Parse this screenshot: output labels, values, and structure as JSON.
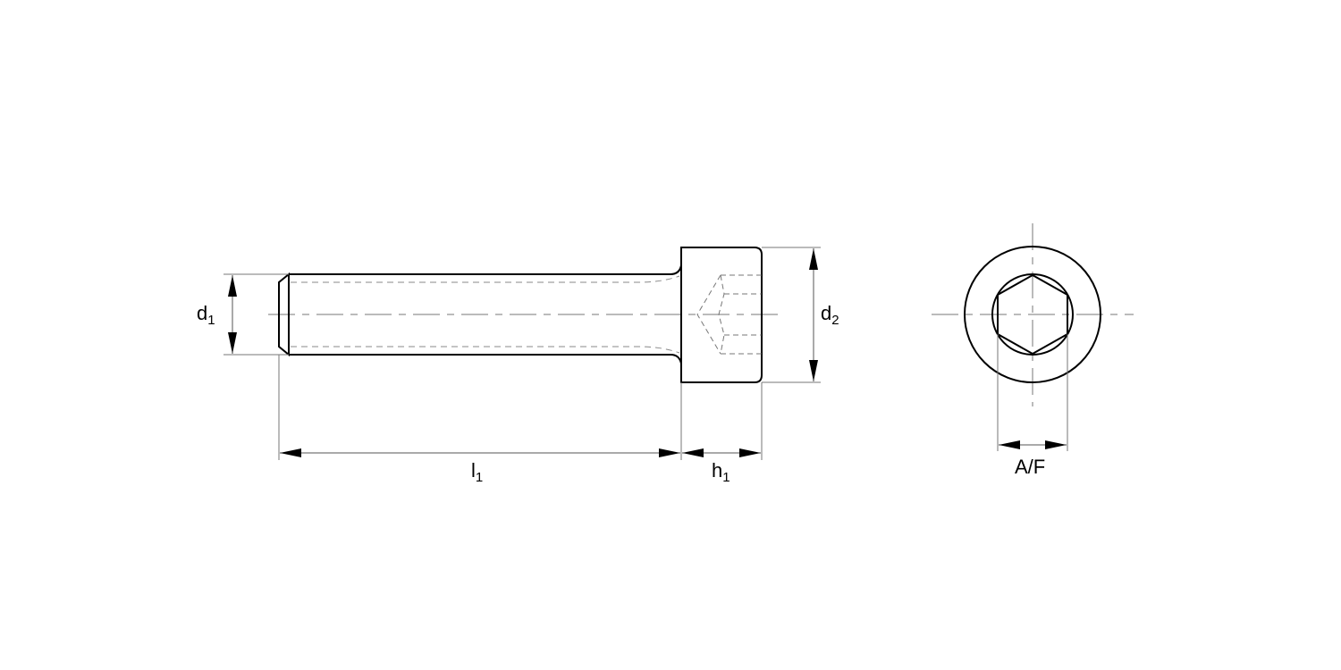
{
  "drawing": {
    "subject": "Socket head cap screw",
    "views": [
      "side-view",
      "end-view"
    ],
    "line_color": "#000000",
    "dim_line_color": "#555555",
    "center_line_color": "#777777"
  },
  "dimensions": {
    "d1": {
      "base": "d",
      "sub": "1"
    },
    "d2": {
      "base": "d",
      "sub": "2"
    },
    "l1": {
      "base": "l",
      "sub": "1"
    },
    "h1": {
      "base": "h",
      "sub": "1"
    },
    "af": {
      "text": "A/F"
    }
  }
}
